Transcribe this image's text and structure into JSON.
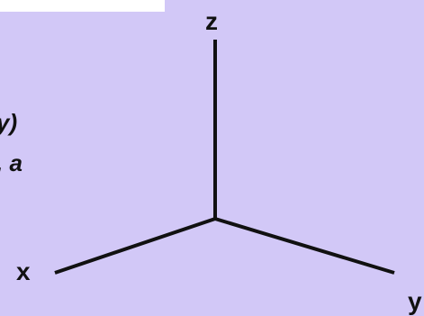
{
  "diagram": {
    "text_fragments": [
      "y)",
      ", a"
    ],
    "axes": {
      "z_label": "z",
      "x_label": "x",
      "y_label": "y"
    },
    "colors": {
      "background": "#d2c8f7",
      "axis_stroke": "#111111",
      "top_bar": "#ffffff"
    }
  }
}
